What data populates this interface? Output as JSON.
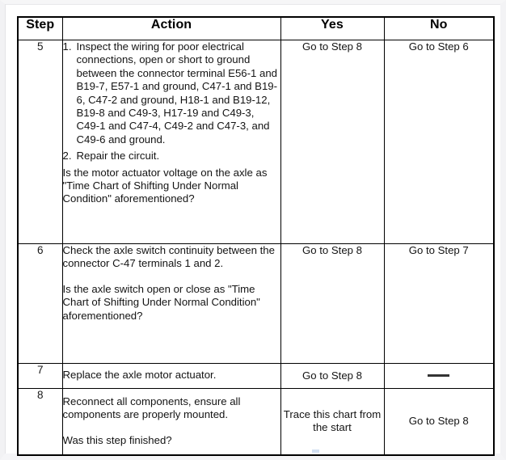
{
  "document": {
    "type": "diagnostic-troubleshooting-table",
    "title": "Axle Motor Actuator Diagnostic Steps"
  },
  "table": {
    "columns": [
      {
        "key": "step",
        "label": "Step"
      },
      {
        "key": "action",
        "label": "Action"
      },
      {
        "key": "yes",
        "label": "Yes"
      },
      {
        "key": "no",
        "label": "No"
      }
    ],
    "rows": [
      {
        "step": "5",
        "action_blocks": [
          {
            "kind": "numbered",
            "marker": "1.",
            "text": "Inspect the wiring for poor electrical connections, open or short to ground between the connector terminal E56-1 and B19-7, E57-1 and ground, C47-1 and B19-6, C47-2 and ground, H18-1 and B19-12, B19-8 and C49-3, H17-19 and C49-3, C49-1 and C47-4, C49-2 and C47-3, and C49-6 and ground."
          },
          {
            "kind": "numbered",
            "marker": "2.",
            "text": "Repair the circuit."
          },
          {
            "kind": "paragraph",
            "text": "Is the motor actuator voltage on the axle as \"Time Chart of Shifting Under Normal Condition\" aforementioned?"
          }
        ],
        "yes": "Go to Step 8",
        "no": "Go to Step 6"
      },
      {
        "step": "6",
        "action_blocks": [
          {
            "kind": "paragraph",
            "text": "Check the axle switch continuity between the connector C-47 terminals 1 and 2."
          },
          {
            "kind": "spacer"
          },
          {
            "kind": "paragraph",
            "text": "Is the axle switch open or close as \"Time Chart of Shifting Under Normal Condition\" aforementioned?"
          }
        ],
        "yes": "Go to Step 8",
        "no": "Go to Step 7"
      },
      {
        "step": "7",
        "action_blocks": [
          {
            "kind": "paragraph",
            "text": "Replace the axle motor actuator."
          }
        ],
        "yes": "Go to Step 8",
        "no": "—"
      },
      {
        "step": "8",
        "action_blocks": [
          {
            "kind": "paragraph",
            "text": "Reconnect all components, ensure all components are properly mounted."
          },
          {
            "kind": "spacer"
          },
          {
            "kind": "paragraph",
            "text": "Was this step finished?"
          }
        ],
        "yes": "Trace this chart from the start",
        "no": "Go to Step 8"
      }
    ]
  },
  "colors": {
    "border": "#000000",
    "text": "#141414",
    "page_background": "#ffffff",
    "frame_gray": "#f3f3f5"
  }
}
